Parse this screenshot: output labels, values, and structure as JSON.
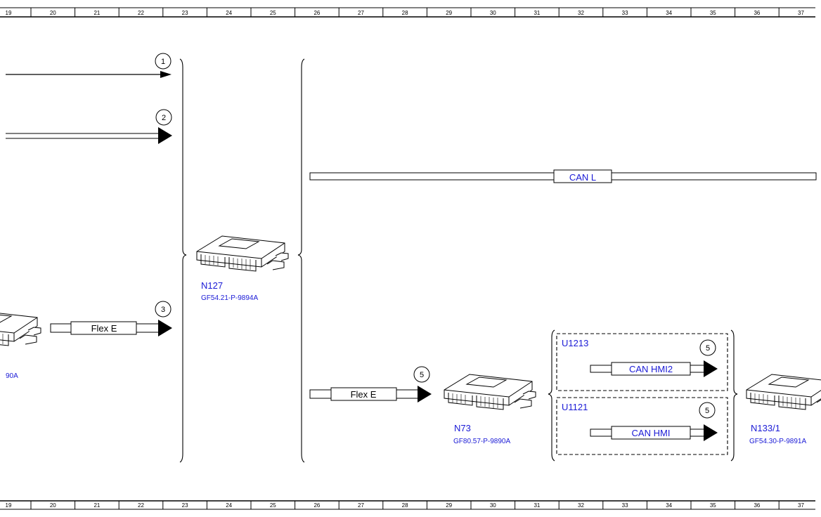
{
  "ruler": {
    "numbers": [
      "19",
      "20",
      "21",
      "22",
      "23",
      "24",
      "25",
      "26",
      "27",
      "28",
      "29",
      "30",
      "31",
      "32",
      "33",
      "34",
      "35",
      "36",
      "37"
    ]
  },
  "callouts": {
    "c1": "1",
    "c2": "2",
    "c3": "3",
    "c5a": "5",
    "c5b": "5",
    "c5c": "5"
  },
  "buses": {
    "can_l": "CAN L",
    "flex_e_left": "Flex E",
    "flex_e_mid": "Flex E",
    "can_hmi2": "CAN HMI2",
    "can_hmi": "CAN HMI"
  },
  "modules": {
    "left_partial": {
      "code": "90A"
    },
    "n127": {
      "ref": "N127",
      "code": "GF54.21-P-9894A"
    },
    "n73": {
      "ref": "N73",
      "code": "GF80.57-P-9890A"
    },
    "n133_1": {
      "ref": "N133/1",
      "code": "GF54.30-P-9891A"
    }
  },
  "groups": {
    "u1213": "U1213",
    "u1121": "U1121"
  }
}
